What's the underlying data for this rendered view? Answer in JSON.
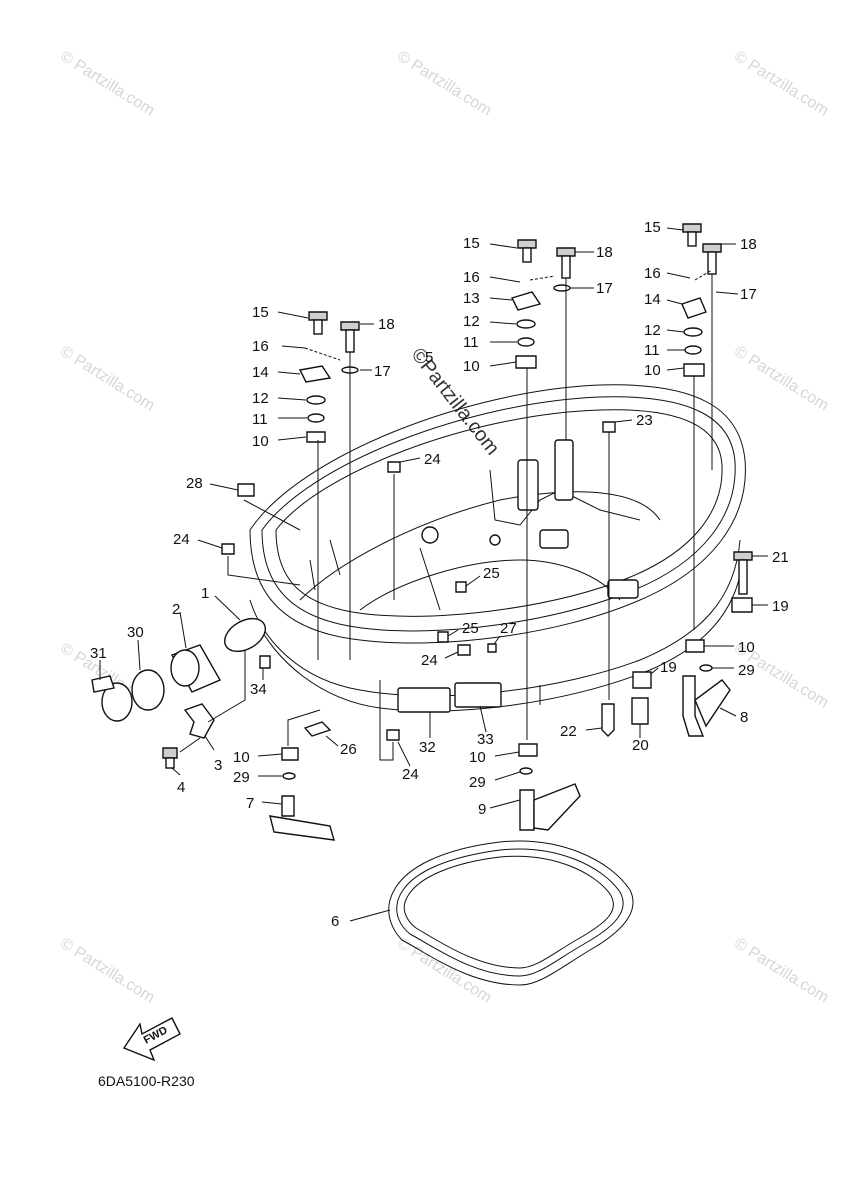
{
  "watermarks": {
    "text": "© Partzilla.com",
    "center_text": "©Partzilla.com"
  },
  "diagram_code": "6DA5100-R230",
  "fwd_label": "FWD",
  "callouts": {
    "c1": "1",
    "c2": "2",
    "c3": "3",
    "c4": "4",
    "c5": "5",
    "c6": "6",
    "c7": "7",
    "c8": "8",
    "c9": "9",
    "c10a": "10",
    "c10b": "10",
    "c10c": "10",
    "c10d": "10",
    "c10e": "10",
    "c10f": "10",
    "c11a": "11",
    "c11b": "11",
    "c11c": "11",
    "c12a": "12",
    "c12b": "12",
    "c12c": "12",
    "c13": "13",
    "c14a": "14",
    "c14b": "14",
    "c15a": "15",
    "c15b": "15",
    "c15c": "15",
    "c16a": "16",
    "c16b": "16",
    "c16c": "16",
    "c17a": "17",
    "c17b": "17",
    "c17c": "17",
    "c18a": "18",
    "c18b": "18",
    "c18c": "18",
    "c19a": "19",
    "c19b": "19",
    "c20": "20",
    "c21": "21",
    "c22": "22",
    "c23": "23",
    "c24a": "24",
    "c24b": "24",
    "c24c": "24",
    "c24d": "24",
    "c25a": "25",
    "c25b": "25",
    "c26": "26",
    "c27": "27",
    "c28": "28",
    "c29a": "29",
    "c29b": "29",
    "c29c": "29",
    "c30": "30",
    "c31": "31",
    "c32": "32",
    "c33": "33",
    "c34": "34"
  }
}
